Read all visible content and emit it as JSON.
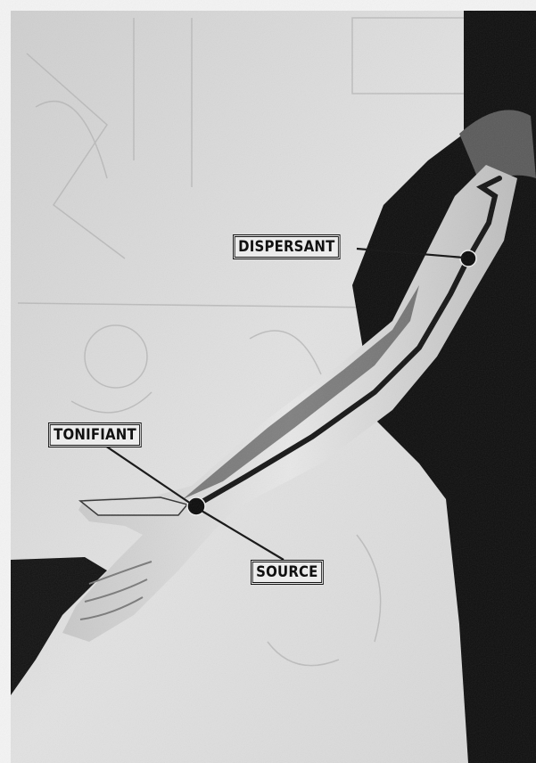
{
  "labels": {
    "dispersant": "DISPERSANT",
    "tonifiant": "TONIFIANT",
    "source": "SOURCE"
  },
  "colors": {
    "background": "#e6e6e6",
    "skin": "#d9d9d9",
    "shadow": "#0d0d0d",
    "meridian_line": "#151515"
  }
}
